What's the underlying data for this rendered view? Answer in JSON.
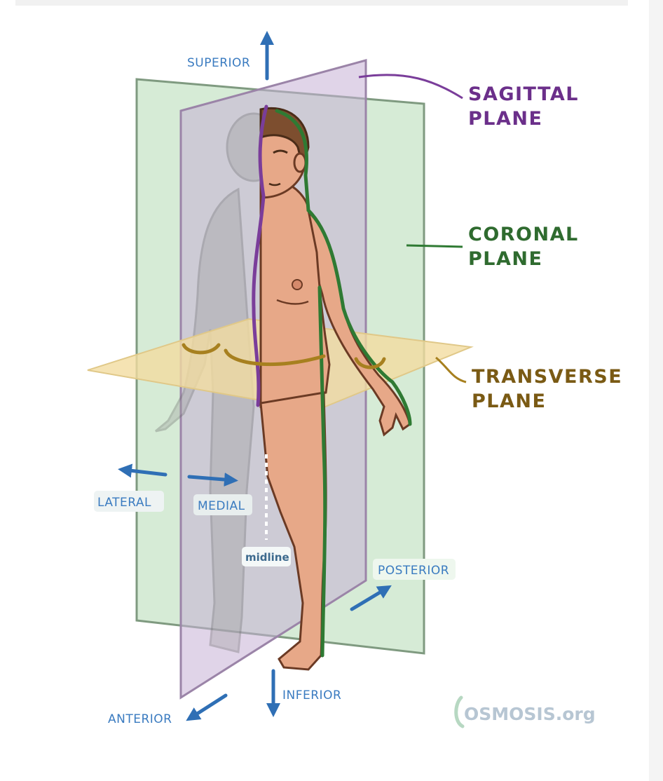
{
  "labels": {
    "superior": "SUPERIOR",
    "inferior": "INFERIOR",
    "anterior": "ANTERIOR",
    "posterior": "POSTERIOR",
    "lateral": "LATERAL",
    "medial": "MEDIAL",
    "midline": "midline"
  },
  "planes": {
    "sagittal": {
      "line1": "SAGITTAL",
      "line2": "PLANE",
      "color": "#6b2f8a"
    },
    "coronal": {
      "line1": "CORONAL",
      "line2": "PLANE",
      "color": "#2f6b2f"
    },
    "transverse": {
      "line1": "TRANSVERSE",
      "line2": "PLANE",
      "color": "#7a5a14"
    }
  },
  "logo": {
    "text": "OSMOSIS.org"
  },
  "colors": {
    "arrow": "#2f6fb5",
    "skin": "#e7a888",
    "hair": "#7d4e2f",
    "coronal_fill": "#cfe8cf",
    "sagittal_fill": "#c9b2d8",
    "transverse_fill": "#f3dca0"
  }
}
